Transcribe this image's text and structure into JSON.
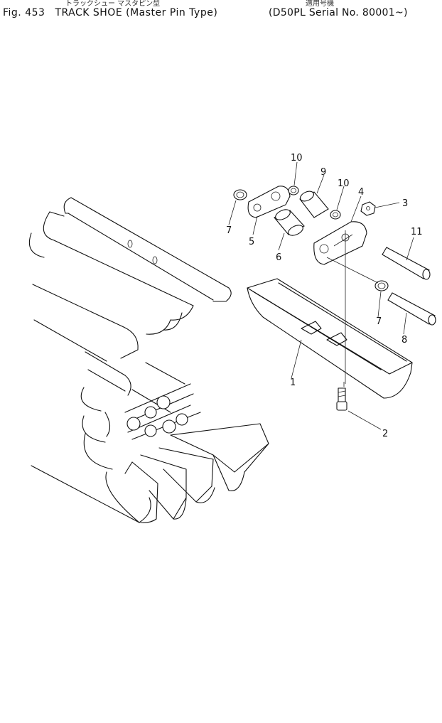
{
  "header": {
    "fig_no": "Fig. 453",
    "title": "TRACK SHOE (Master Pin Type)",
    "serial": "(D50PL Serial No. 80001~)",
    "jp_title_fragment": "トラックシュー マスタピン型",
    "jp_serial_fragment": "適用号機"
  },
  "callouts": [
    {
      "id": "c1",
      "label": "1"
    },
    {
      "id": "c2",
      "label": "2"
    },
    {
      "id": "c3",
      "label": "3"
    },
    {
      "id": "c4",
      "label": "4"
    },
    {
      "id": "c5",
      "label": "5"
    },
    {
      "id": "c6",
      "label": "6"
    },
    {
      "id": "c7a",
      "label": "7"
    },
    {
      "id": "c7b",
      "label": "7"
    },
    {
      "id": "c8",
      "label": "8"
    },
    {
      "id": "c9",
      "label": "9"
    },
    {
      "id": "c10a",
      "label": "10"
    },
    {
      "id": "c10b",
      "label": "10"
    },
    {
      "id": "c11",
      "label": "11"
    }
  ]
}
